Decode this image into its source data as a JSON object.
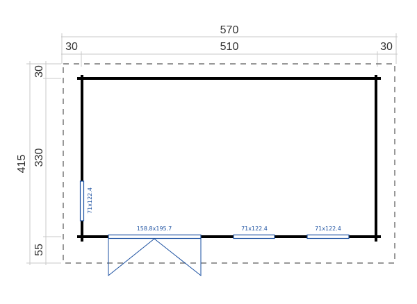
{
  "dimensions": {
    "overall_width": "570",
    "left_overhang": "30",
    "inner_width": "510",
    "right_overhang": "30",
    "overall_depth": "415",
    "top_overhang": "30",
    "inner_depth": "330",
    "front_overhang": "55"
  },
  "openings": {
    "left_window": "71x122.4",
    "door": "158.8x195.7",
    "front_window_1": "71x122.4",
    "front_window_2": "71x122.4"
  }
}
